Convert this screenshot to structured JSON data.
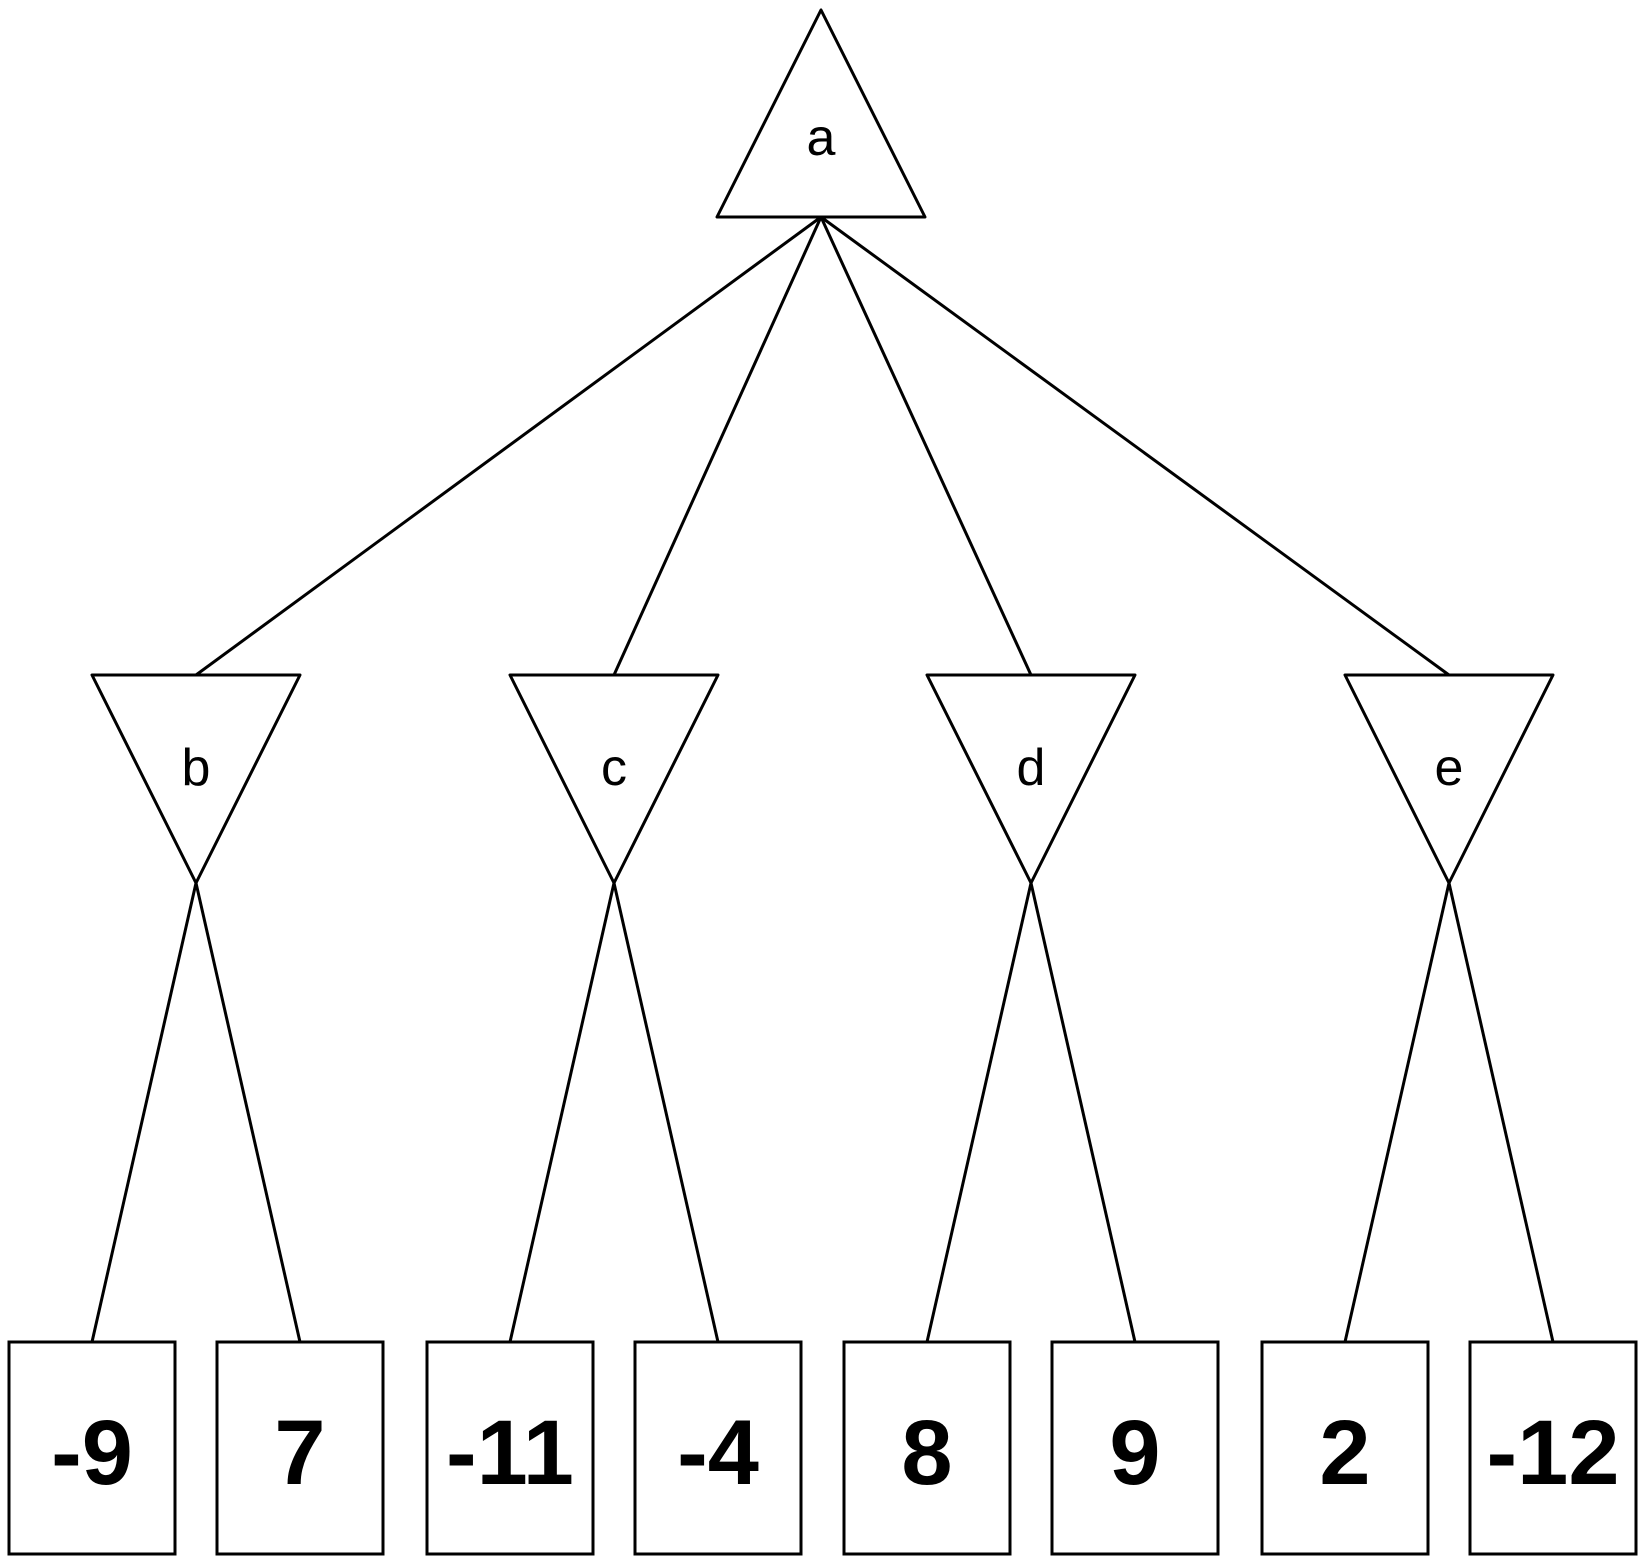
{
  "tree": {
    "root": {
      "id": "a",
      "label": "a",
      "type": "max"
    },
    "children": [
      {
        "id": "b",
        "label": "b",
        "type": "min",
        "leaves": [
          "-9",
          "7"
        ]
      },
      {
        "id": "c",
        "label": "c",
        "type": "min",
        "leaves": [
          "-11",
          "-4"
        ]
      },
      {
        "id": "d",
        "label": "d",
        "type": "min",
        "leaves": [
          "8",
          "9"
        ]
      },
      {
        "id": "e",
        "label": "e",
        "type": "min",
        "leaves": [
          "2",
          "-12"
        ]
      }
    ]
  },
  "colors": {
    "stroke": "#000000",
    "fill": "#ffffff"
  }
}
